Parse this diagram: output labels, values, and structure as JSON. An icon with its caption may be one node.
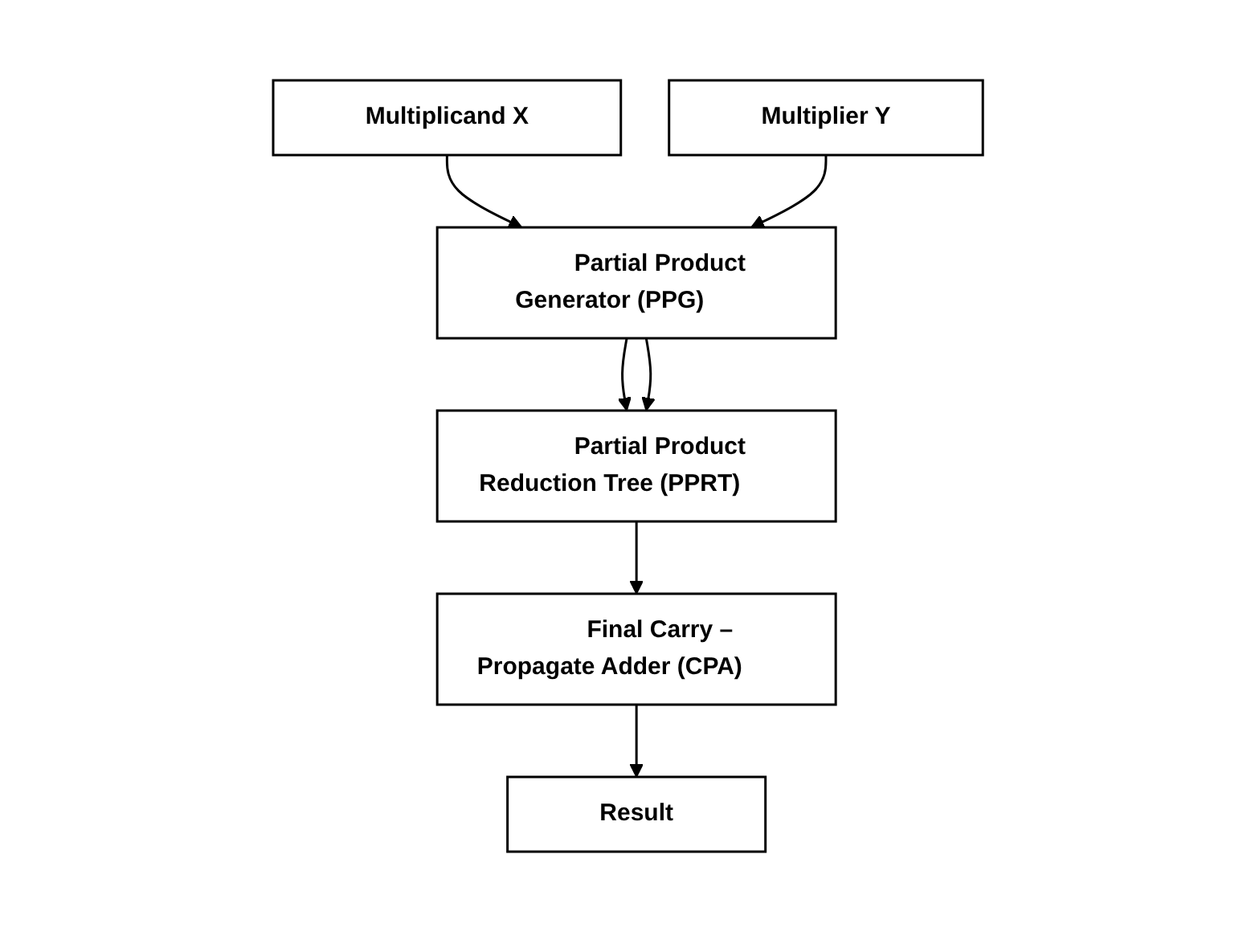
{
  "diagram": {
    "nodes": [
      {
        "text": [
          "Multiplicand X"
        ]
      },
      {
        "text": [
          "Multiplier Y"
        ]
      },
      {
        "text": [
          "Partial Product Generator (PPG)"
        ]
      },
      {
        "text": [
          "Partial Product Reduction Tree (PPRT)"
        ]
      },
      {
        "text": [
          "Final Carry – Propagate Adder (CPA)"
        ]
      },
      {
        "text": [
          "Result"
        ]
      }
    ],
    "edges": [
      {
        "from": 0,
        "to": 2,
        "arrow": "to"
      },
      {
        "from": 1,
        "to": 2,
        "arrow": "to"
      },
      {
        "from": 2,
        "to": 3,
        "arrow": "to"
      },
      {
        "from": 2,
        "to": 3,
        "arrow": "to"
      },
      {
        "from": 3,
        "to": 4,
        "arrow": "to"
      },
      {
        "from": 4,
        "to": 5,
        "arrow": "to"
      }
    ]
  }
}
